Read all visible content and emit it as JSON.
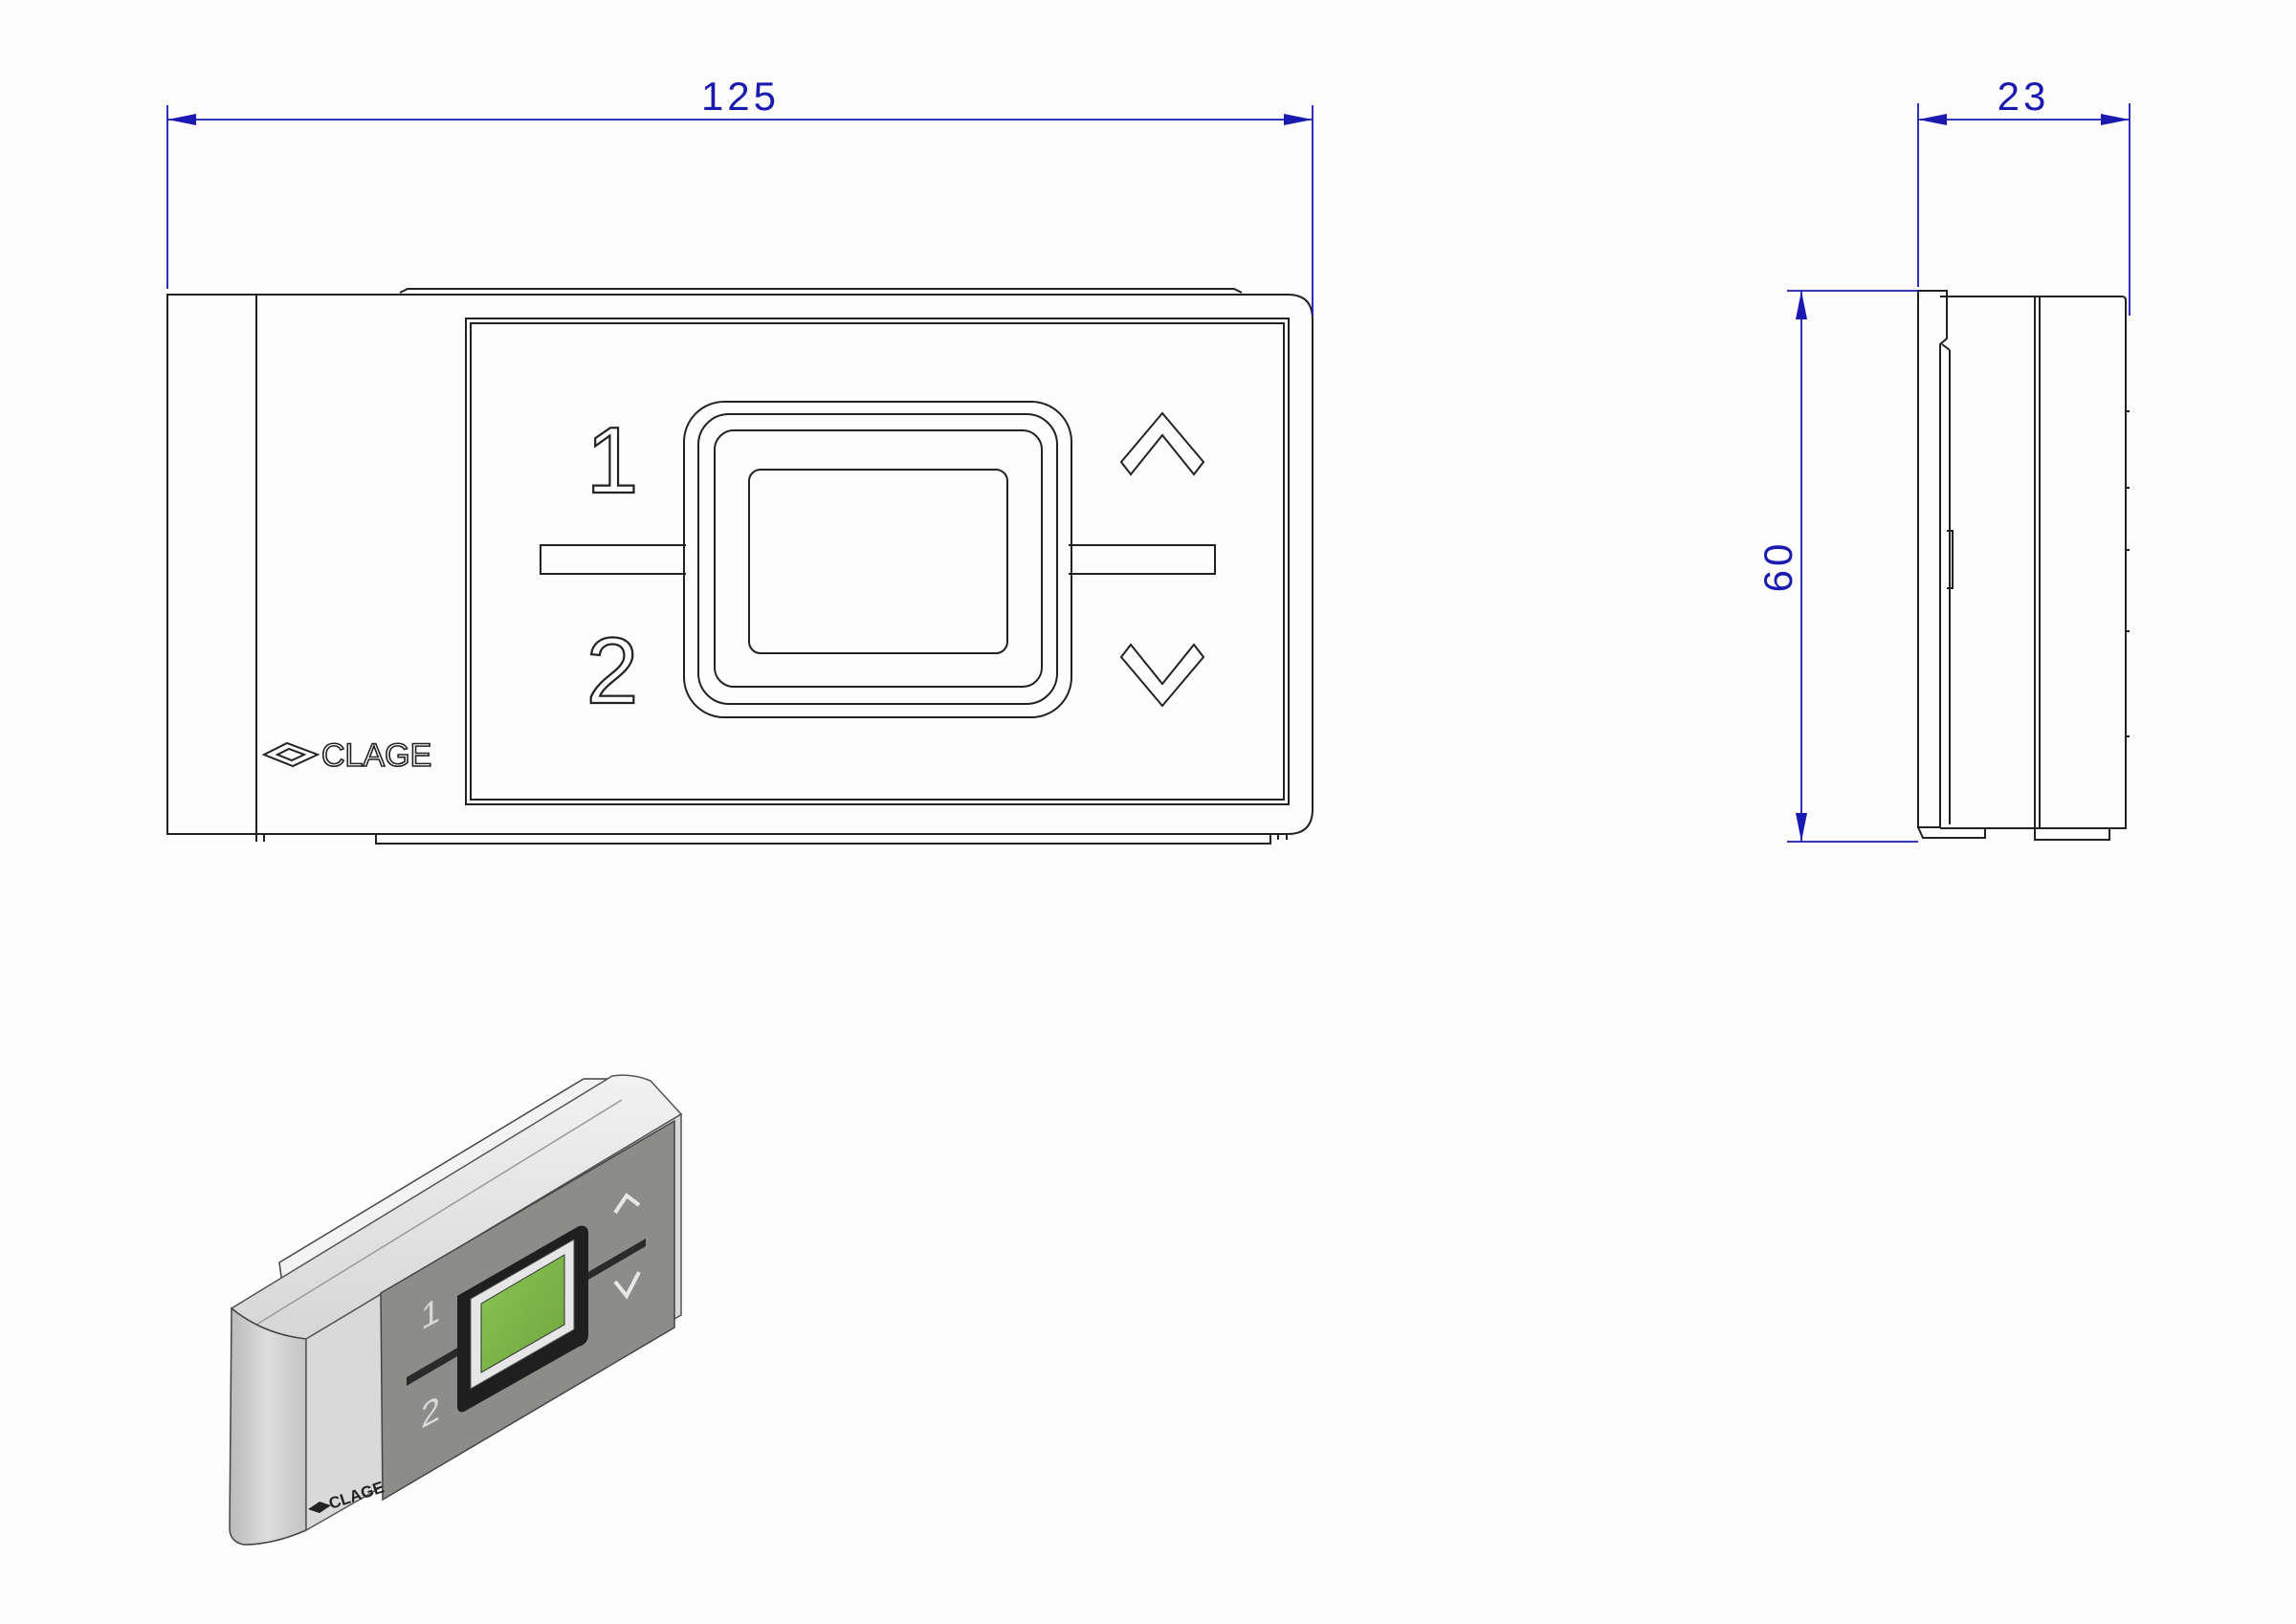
{
  "drawing": {
    "dimensions": {
      "width": "125",
      "depth": "23",
      "height": "60"
    },
    "keypad": {
      "key1": "1",
      "key2": "2",
      "up_icon": "chevron-up-icon",
      "down_icon": "chevron-down-icon"
    },
    "brand": "CLAGE",
    "colors": {
      "dimension": "#1a1ab0",
      "display_green": "#7fb84a",
      "panel_grey": "#8c8d8a",
      "housing_grey": "#cfd0cf"
    }
  }
}
